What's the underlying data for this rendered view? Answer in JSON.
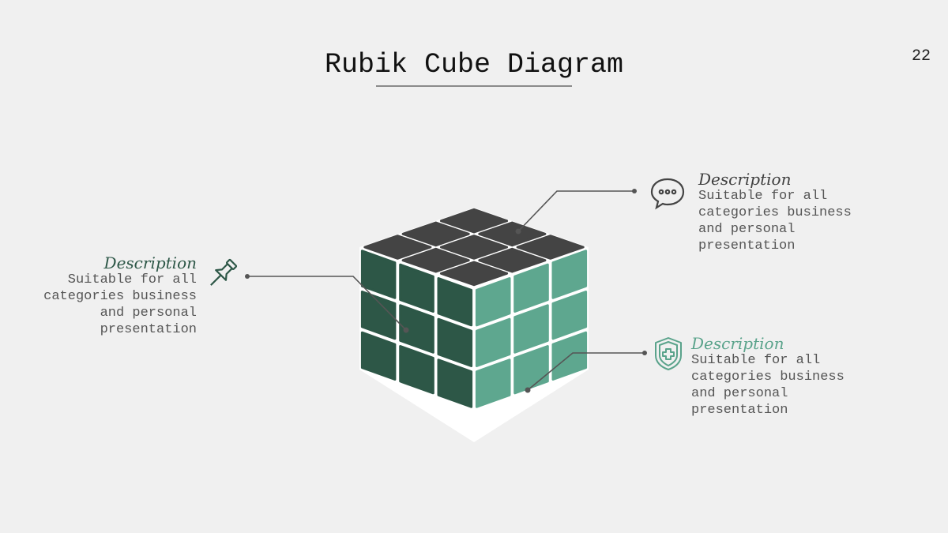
{
  "title": "Rubik Cube Diagram",
  "page_number": "22",
  "colors": {
    "top_face": "#444444",
    "left_face": "#2d5747",
    "right_face": "#5ea78f",
    "connector": "#555555"
  },
  "blocks": [
    {
      "id": "left",
      "heading": "Description",
      "body": "Suitable for all\ncategories business\nand personal\npresentation",
      "icon": "pushpin-icon"
    },
    {
      "id": "top-right",
      "heading": "Description",
      "body": "Suitable for all\ncategories business\nand personal\npresentation",
      "icon": "speech-bubble-icon"
    },
    {
      "id": "bottom-right",
      "heading": "Description",
      "body": "Suitable for all\ncategories business\nand personal\npresentation",
      "icon": "shield-plus-icon"
    }
  ]
}
